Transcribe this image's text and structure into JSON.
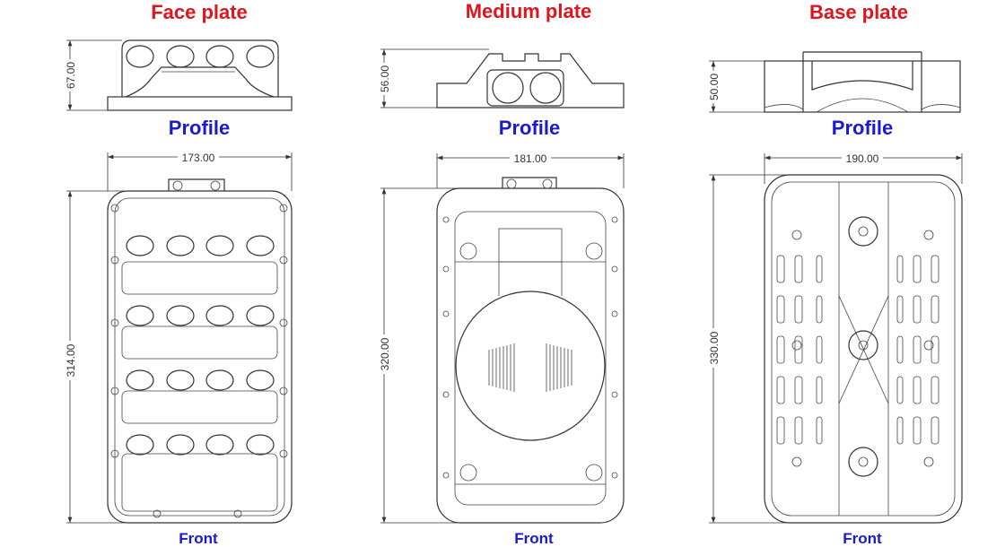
{
  "plates": [
    {
      "title": "Face plate",
      "profile_label": "Profile",
      "front_label": "Front",
      "height_dim": "67.00",
      "width_dim": "173.00",
      "length_dim": "314.00"
    },
    {
      "title": "Medium plate",
      "profile_label": "Profile",
      "front_label": "Front",
      "height_dim": "56.00",
      "width_dim": "181.00",
      "length_dim": "320.00"
    },
    {
      "title": "Base plate",
      "profile_label": "Profile",
      "front_label": "Front",
      "height_dim": "50.00",
      "width_dim": "190.00",
      "length_dim": "330.00"
    }
  ],
  "colors": {
    "title": "#e0141c",
    "view_label": "#1a1ad0",
    "line": "#333333"
  }
}
